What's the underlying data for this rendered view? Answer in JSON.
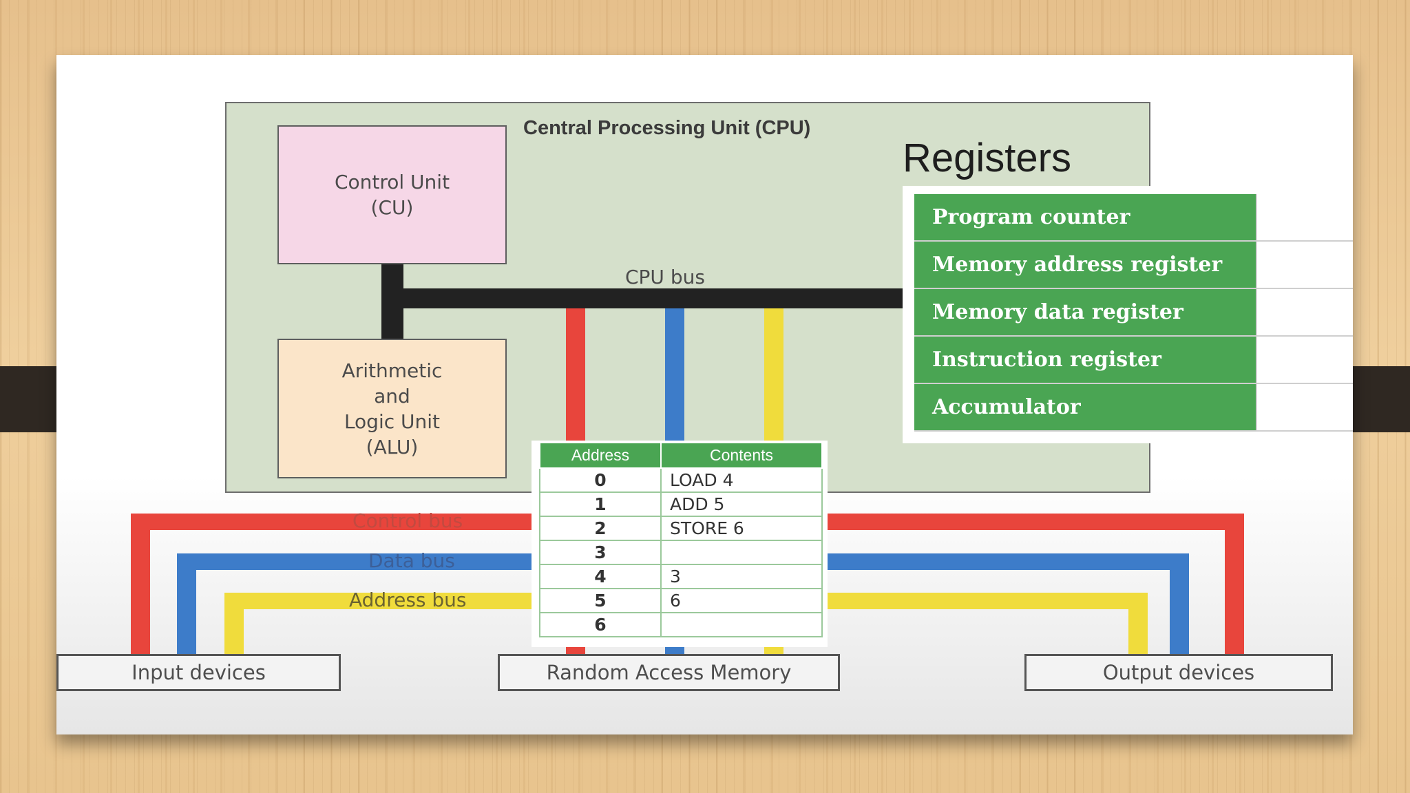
{
  "diagram": {
    "cpu_title": "Central Processing Unit (CPU)",
    "control_unit": "Control Unit\n(CU)",
    "alu": "Arithmetic\nand\nLogic Unit\n(ALU)",
    "cpu_bus": "CPU bus",
    "registers": {
      "title": "Registers",
      "items": [
        {
          "name": "Program counter",
          "value": ""
        },
        {
          "name": "Memory address register",
          "value": ""
        },
        {
          "name": "Memory data register",
          "value": ""
        },
        {
          "name": "Instruction register",
          "value": ""
        },
        {
          "name": "Accumulator",
          "value": ""
        }
      ]
    },
    "memory_table": {
      "headers": [
        "Address",
        "Contents"
      ],
      "rows": [
        {
          "address": "0",
          "contents": "LOAD 4"
        },
        {
          "address": "1",
          "contents": "ADD 5"
        },
        {
          "address": "2",
          "contents": "STORE 6"
        },
        {
          "address": "3",
          "contents": ""
        },
        {
          "address": "4",
          "contents": "3"
        },
        {
          "address": "5",
          "contents": "6"
        },
        {
          "address": "6",
          "contents": ""
        }
      ]
    },
    "buses": {
      "control": "Control bus",
      "data": "Data bus",
      "address": "Address bus"
    },
    "devices": {
      "input": "Input devices",
      "ram": "Random Access Memory",
      "output": "Output devices"
    },
    "colors": {
      "control_bus": "#e8453c",
      "data_bus": "#3d7cc9",
      "address_bus": "#f0dc3c",
      "cpu_bus": "#222222",
      "register_green": "#4aa553",
      "cpu_background": "#d5e0cb"
    }
  }
}
